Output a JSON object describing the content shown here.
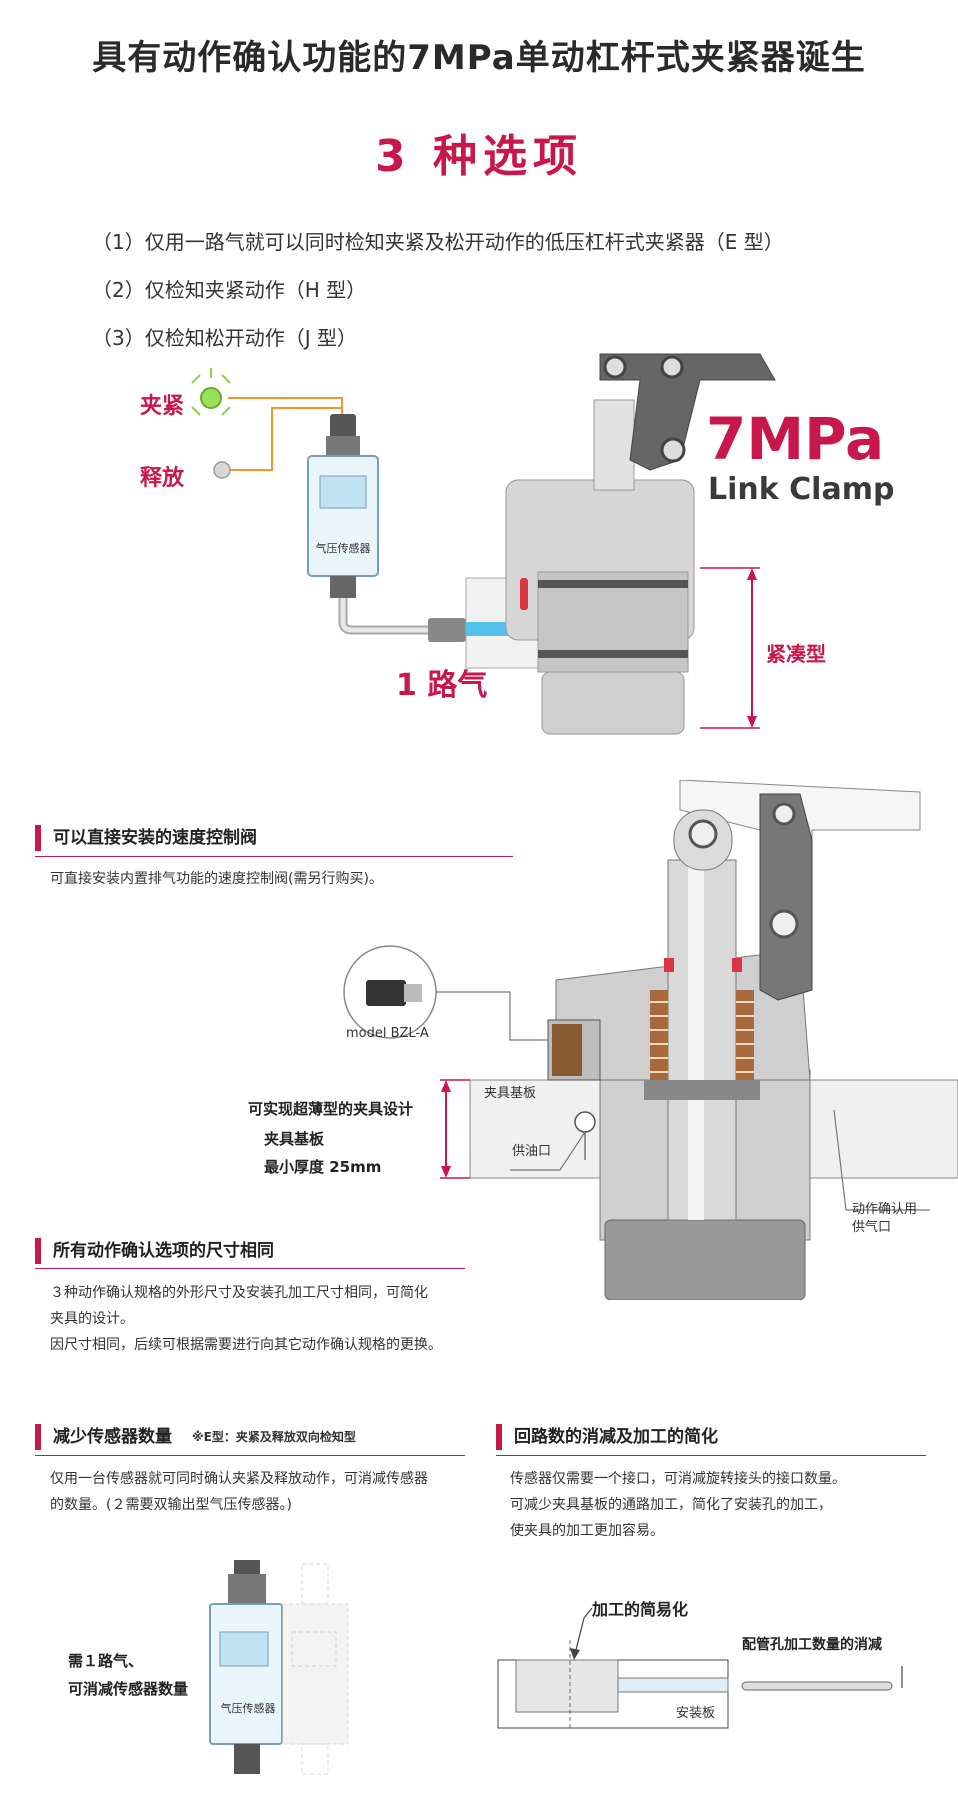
{
  "header": {
    "title": "具有动作确认功能的7MPa单动杠杆式夹紧器诞生",
    "subtitle": "3 种选项"
  },
  "options": [
    "（1）仅用一路气就可以同时检知夹紧及松开动作的低压杠杆式夹紧器（E 型）",
    "（2）仅检知夹紧动作（H 型）",
    "（3）仅检知松开动作（J 型）"
  ],
  "diagram1": {
    "clamp_label": "夹紧",
    "release_label": "释放",
    "sensor_label": "气压传感器",
    "air_label": "1 路气",
    "pressure": "7MPa",
    "product": "Link Clamp",
    "compact_label": "紧凑型"
  },
  "section1": {
    "heading": "可以直接安装的速度控制阀",
    "text": "可直接安装内置排气功能的速度控制阀(需另行购买)。",
    "model": "model BZL-A"
  },
  "diagram2": {
    "thin_design": "可实现超薄型的夹具设计",
    "base_plate": "夹具基板",
    "min_thickness": "最小厚度 25mm",
    "base_plate_tag": "夹具基板",
    "oil_port": "供油口",
    "confirm_port_1": "动作确认用",
    "confirm_port_2": "供气口"
  },
  "section2": {
    "heading": "所有动作确认选项的尺寸相同",
    "line1": "３种动作确认规格的外形尺寸及安装孔加工尺寸相同，可简化",
    "line2": "夹具的设计。",
    "line3": "因尺寸相同，后续可根据需要进行向其它动作确认规格的更换。"
  },
  "section3": {
    "heading": "减少传感器数量",
    "note": "※E型：夹紧及释放双向检知型",
    "line1": "仅用一台传感器就可同时确认夹紧及释放动作，可消减传感器",
    "line2": "的数量。(２需要双输出型气压传感器。)",
    "caption1": "需１路气、",
    "caption2": "可消减传感器数量",
    "sensor_label": "气压传感器"
  },
  "section4": {
    "heading": "回路数的消减及加工的简化",
    "line1": "传感器仅需要一个接口，可消减旋转接头的接口数量。",
    "line2": "可减少夹具基板的通路加工，简化了安装孔的加工，",
    "line3": "使夹具的加工更加容易。",
    "simplify_label": "加工的简易化",
    "pipe_label": "配管孔加工数量的消减",
    "plate_label": "安装板"
  },
  "colors": {
    "accent": "#c8174b",
    "orange": "#f0962a",
    "blue_fluid": "#55c2ee",
    "sensor_screen": "#bfe3f3"
  }
}
